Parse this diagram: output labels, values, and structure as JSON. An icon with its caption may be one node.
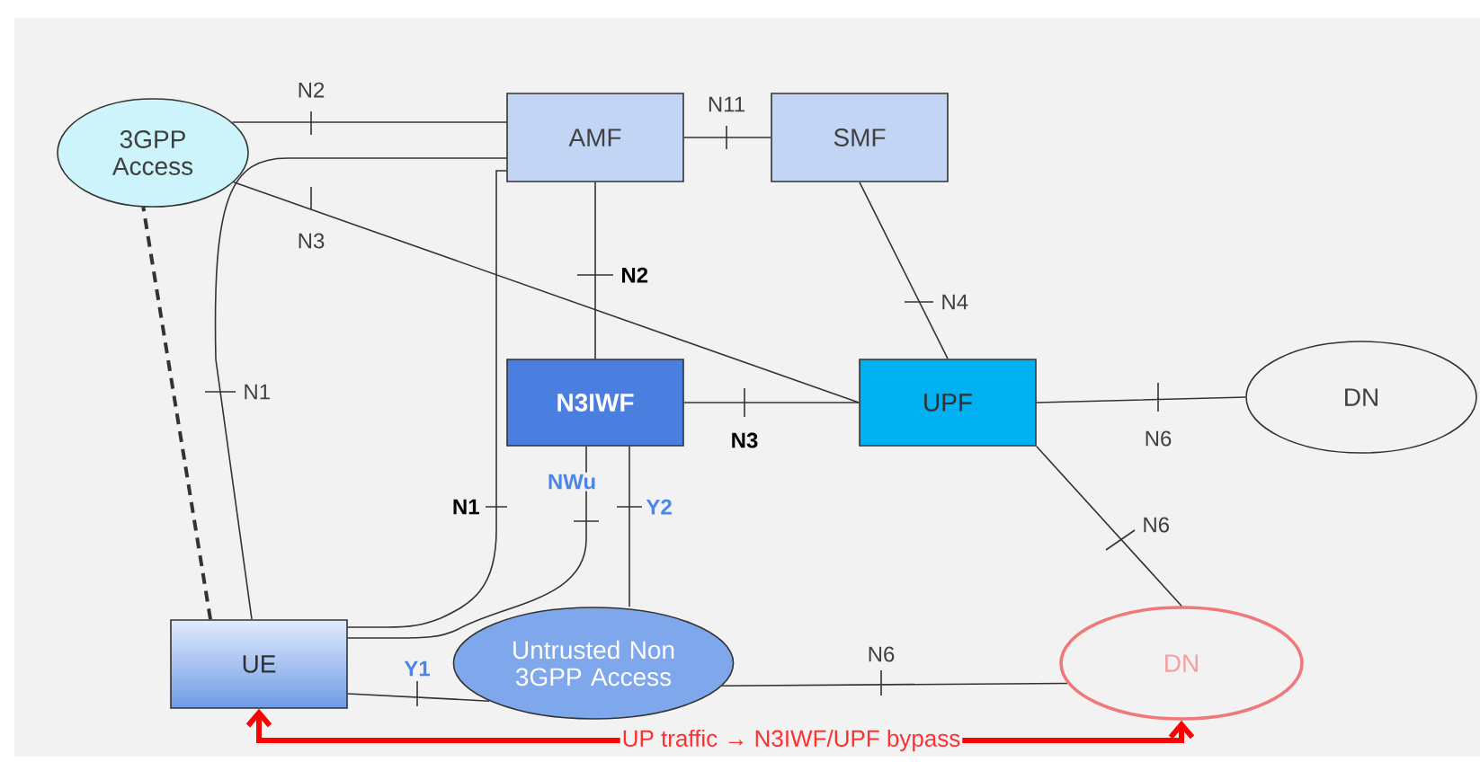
{
  "diagram": {
    "nodes": [
      {
        "text": [
          "3GPP Access"
        ]
      },
      {
        "text": [
          "AMF"
        ]
      },
      {
        "text": [
          "SMF"
        ]
      },
      {
        "text": [
          "N3IWF"
        ]
      },
      {
        "text": [
          "UPF"
        ]
      },
      {
        "text": [
          "DN"
        ]
      },
      {
        "text": [
          "UE"
        ]
      },
      {
        "text": [
          "Untrusted Non 3GPP Access"
        ]
      },
      {
        "text": [
          "DN"
        ]
      }
    ],
    "edges": [
      {
        "from": 0,
        "to": 1,
        "arrow": "none",
        "label": "N2"
      },
      {
        "from": 1,
        "to": 2,
        "arrow": "none",
        "label": "N11"
      },
      {
        "from": 0,
        "to": 4,
        "arrow": "none",
        "label": "N3"
      },
      {
        "from": 1,
        "to": 3,
        "arrow": "none",
        "label": "N2"
      },
      {
        "from": 2,
        "to": 4,
        "arrow": "none",
        "label": "N4"
      },
      {
        "from": 6,
        "to": 1,
        "arrow": "none",
        "label": "N1"
      },
      {
        "from": 6,
        "to": 0,
        "arrow": "none",
        "style": "dashed"
      },
      {
        "from": 3,
        "to": 4,
        "arrow": "none",
        "label": "N3"
      },
      {
        "from": 4,
        "to": 5,
        "arrow": "none",
        "label": "N6"
      },
      {
        "from": 4,
        "to": 8,
        "arrow": "none",
        "label": "N6"
      },
      {
        "from": 6,
        "to": 1,
        "arrow": "none",
        "label": "N1"
      },
      {
        "from": 6,
        "to": 3,
        "arrow": "none",
        "label": "NWu"
      },
      {
        "from": 3,
        "to": 7,
        "arrow": "none",
        "label": "Y2"
      },
      {
        "from": 6,
        "to": 7,
        "arrow": "none",
        "label": "Y1"
      },
      {
        "from": 7,
        "to": 8,
        "arrow": "none",
        "label": "N6"
      },
      {
        "from": 6,
        "to": 8,
        "arrow": "both",
        "label": "UP traffic → N3IWF/UPF bypass",
        "style": "thick",
        "color": "#ff0000"
      }
    ]
  }
}
